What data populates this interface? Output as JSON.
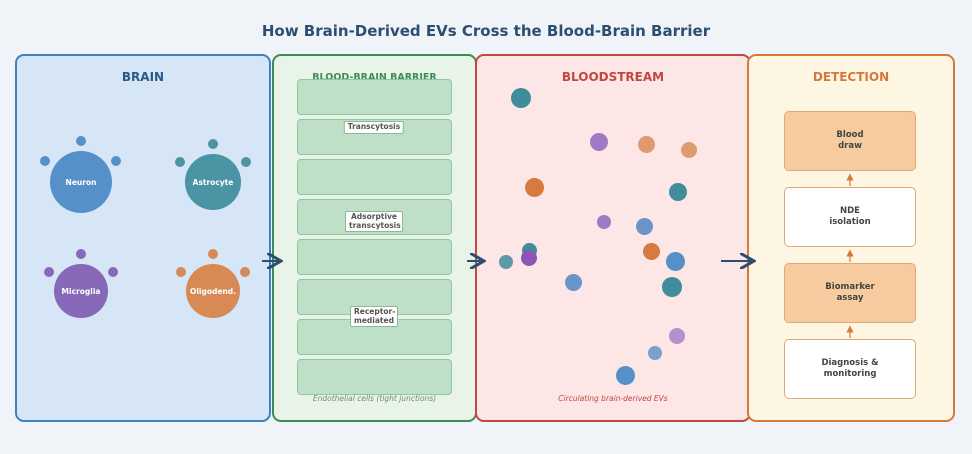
{
  "title": "How Brain-Derived EVs Cross the Blood-Brain Barrier",
  "panels": {
    "brain": "BRAIN",
    "bbb": "BLOOD-BRAIN BARRIER",
    "blood": "BLOODSTREAM",
    "detection": "DETECTION"
  },
  "cells": [
    "Neuron",
    "Astrocyte",
    "Microglia",
    "Oligodend."
  ],
  "routes": [
    "Transcytosis",
    "Adsorptive transcytosis",
    "Receptor-mediated"
  ],
  "bbb_caption": "Endothelial cells (tight junctions)",
  "blood_caption": "Circulating brain-derived EVs",
  "steps": [
    "Blood draw",
    "NDE isolation",
    "Biomarker assay",
    "Diagnosis & monitoring"
  ],
  "colors": {
    "neuron": "#5591c8",
    "astrocyte": "#4a94a4",
    "microglia": "#8868b8",
    "oligodendrocyte": "#d88a55",
    "arrow": "#2c4e72",
    "step_arrow": "#d6783a"
  }
}
